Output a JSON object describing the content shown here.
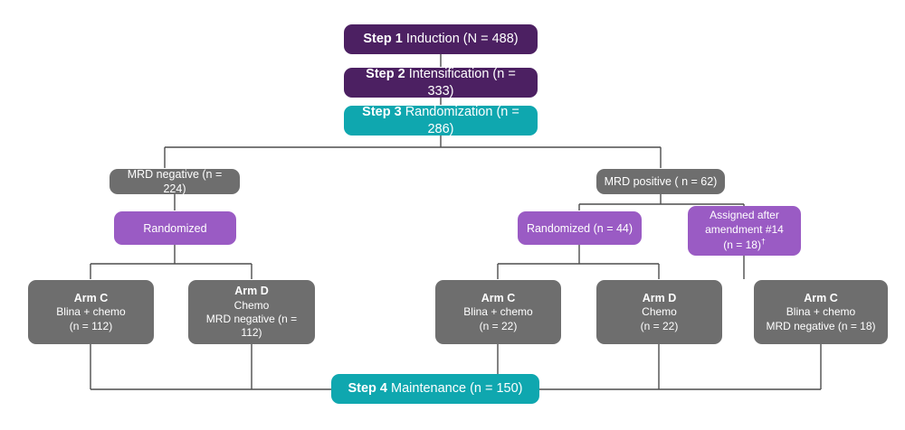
{
  "diagram": {
    "title": "Study treatment flow diagram",
    "colors": {
      "dark_purple": "#4c2062",
      "teal": "#0fa7af",
      "gray": "#6e6e6e",
      "light_purple": "#9a5bc4",
      "connector": "#4d4d4d",
      "text": "#ffffff",
      "background": "#ffffff"
    },
    "nodes": {
      "step1": {
        "label_bold": "Step 1",
        "label_rest": " Induction (N = 488)"
      },
      "step2": {
        "label_bold": "Step 2",
        "label_rest": " Intensification (n = 333)"
      },
      "step3": {
        "label_bold": "Step 3",
        "label_rest": " Randomization (n = 286)"
      },
      "mrd_negative": {
        "label": "MRD negative (n = 224)"
      },
      "mrd_positive": {
        "label": "MRD positive ( n = 62)"
      },
      "randomized_left": {
        "label": "Randomized"
      },
      "randomized_right": {
        "label": "Randomized (n = 44)"
      },
      "assigned_amendment": {
        "line1": "Assigned after",
        "line2": "amendment #14",
        "line3": "(n = 18)",
        "superscript": "†"
      },
      "arm_c_left": {
        "line1": "Arm C",
        "line2": "Blina + chemo",
        "line3": "(n = 112)"
      },
      "arm_d_left": {
        "line1": "Arm D",
        "line2": "Chemo",
        "line3": "MRD negative (n = 112)"
      },
      "arm_c_mid": {
        "line1": "Arm C",
        "line2": "Blina + chemo",
        "line3": "(n = 22)"
      },
      "arm_d_mid": {
        "line1": "Arm D",
        "line2": "Chemo",
        "line3": "(n = 22)"
      },
      "arm_c_right": {
        "line1": "Arm C",
        "line2": "Blina + chemo",
        "line3": "MRD negative (n = 18)"
      },
      "step4": {
        "label_bold": "Step 4",
        "label_rest": " Maintenance (n = 150)"
      }
    }
  }
}
